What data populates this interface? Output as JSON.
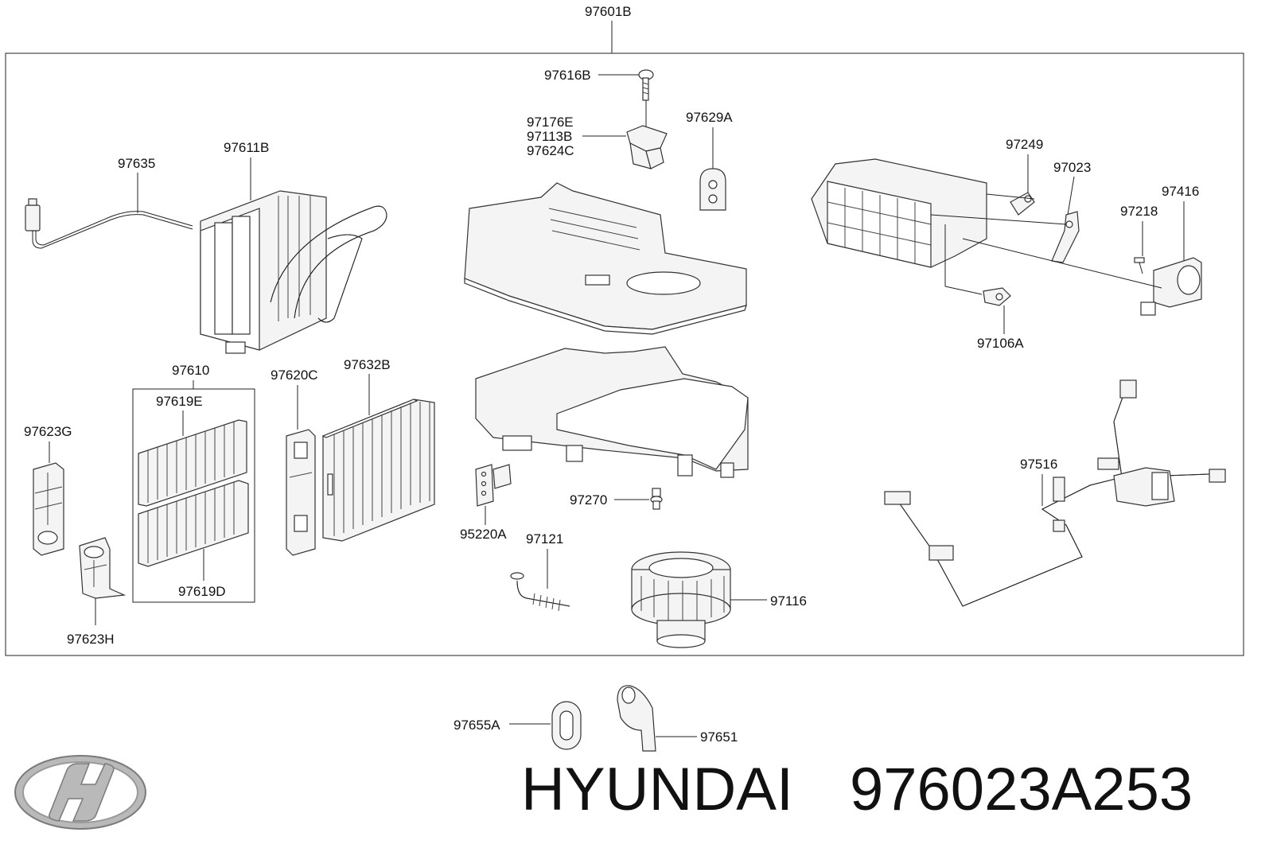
{
  "labels": {
    "l97601B": "97601B",
    "l97616B": "97616B",
    "l97176E": "97176E",
    "l97113B": "97113B",
    "l97624C": "97624C",
    "l97629A": "97629A",
    "l97635": "97635",
    "l97611B": "97611B",
    "l97249": "97249",
    "l97023": "97023",
    "l97416": "97416",
    "l97218": "97218",
    "l97106A": "97106A",
    "l97610": "97610",
    "l97619E": "97619E",
    "l97620C": "97620C",
    "l97632B": "97632B",
    "l97623G": "97623G",
    "l97619D": "97619D",
    "l97623H": "97623H",
    "l95220A": "95220A",
    "l97270": "97270",
    "l97121": "97121",
    "l97116": "97116",
    "l97516": "97516",
    "l97655A": "97655A",
    "l97651": "97651"
  },
  "footer": {
    "brand": "HYUNDAI",
    "part_number": "976023A253"
  },
  "icons": {
    "logo": "hyundai-logo-icon"
  }
}
